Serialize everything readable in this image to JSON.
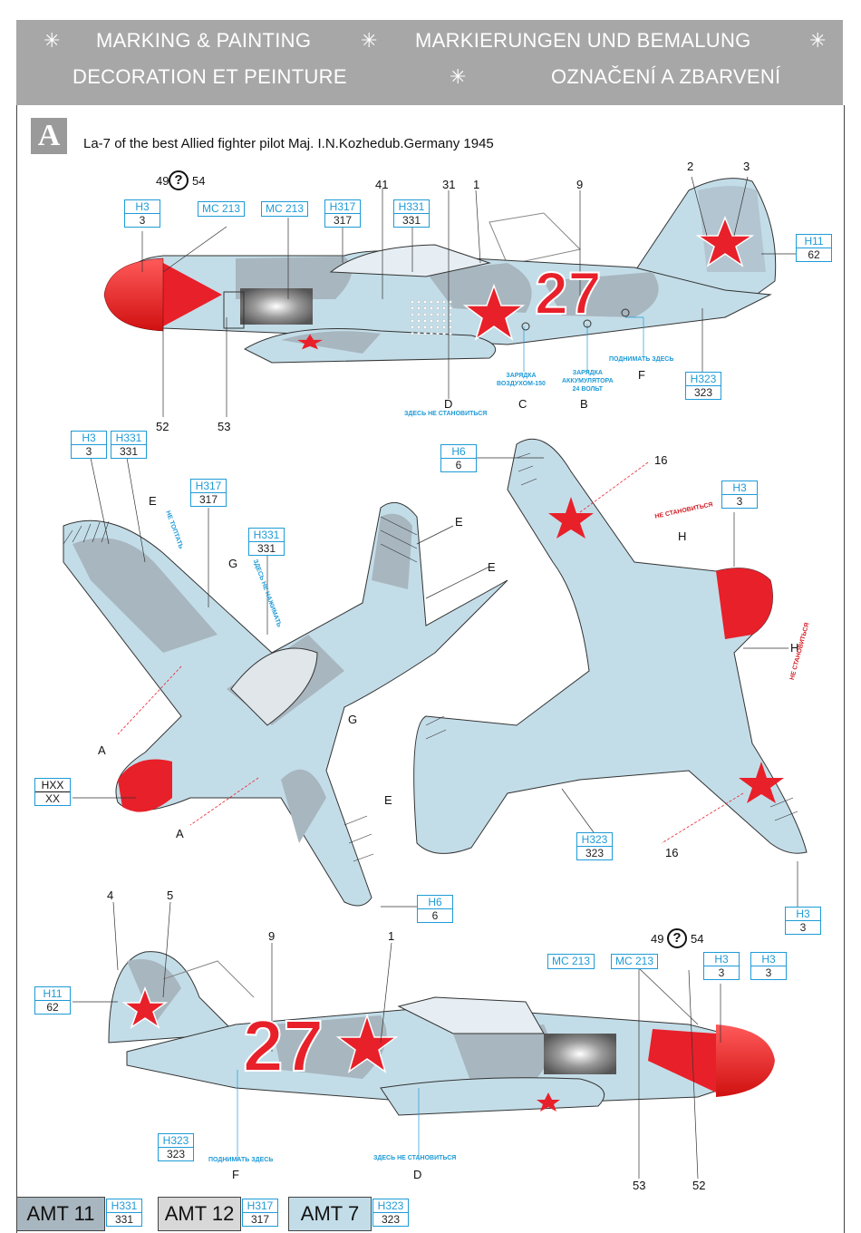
{
  "header": {
    "line1_left": "MARKING & PAINTING",
    "line1_right": "MARKIERUNGEN UND BEMALUNG",
    "line2_left": "DECORATION ET PEINTURE",
    "line2_right": "OZNAČENÍ A ZBARVENÍ",
    "separator": "✳"
  },
  "scheme": {
    "letter": "A",
    "caption": "La-7 of the best Allied fighter pilot Maj. I.N.Kozhedub.Germany 1945"
  },
  "colors": {
    "accent_blue": "#1e9bd7",
    "header_gray": "#a7a7a7",
    "star_red": "#e8202a",
    "light_blue": "#c3dde8",
    "gray_camo": "#a8b6bf"
  },
  "top_profile": {
    "numbers": {
      "n49": "49",
      "n54": "54",
      "q": "?",
      "n41": "41",
      "n31": "31",
      "n1": "1",
      "n9": "9",
      "n2": "2",
      "n3": "3",
      "n52": "52",
      "n53": "53"
    },
    "codes": {
      "h3": {
        "top": "H3",
        "bottom": "3"
      },
      "mc1": "MC 213",
      "mc2": "MC 213",
      "h317": {
        "top": "H317",
        "bottom": "317"
      },
      "h331": {
        "top": "H331",
        "bottom": "331"
      },
      "h11": {
        "top": "H11",
        "bottom": "62"
      },
      "h323": {
        "top": "H323",
        "bottom": "323"
      }
    },
    "letters": {
      "c": "C",
      "b": "B",
      "d": "D",
      "f": "F"
    },
    "stencils": {
      "c1": "ЗАРЯДКА",
      "c2": "ВОЗДУХОМ-150",
      "b1": "ЗАРЯДКА",
      "b2": "АККУМУЛЯТОРА",
      "b3": "24 ВОЛЬТ",
      "f": "ПОДНИМАТЬ ЗДЕСЬ",
      "d": "ЗДЕСЬ НЕ СТАНОВИТЬСЯ"
    },
    "fuselage_number": "27"
  },
  "upper_view": {
    "codes": {
      "h3": {
        "top": "H3",
        "bottom": "3"
      },
      "h331a": {
        "top": "H331",
        "bottom": "331"
      },
      "h317": {
        "top": "H317",
        "bottom": "317"
      },
      "h331b": {
        "top": "H331",
        "bottom": "331"
      },
      "hxx": {
        "top": "HXX",
        "bottom": "XX"
      },
      "h6": {
        "top": "H6",
        "bottom": "6"
      }
    },
    "letters": {
      "e1": "E",
      "e2": "E",
      "e3": "E",
      "e4": "E",
      "g1": "G",
      "g2": "G",
      "a1": "A",
      "a2": "A"
    },
    "stencils": {
      "ne1": "НЕ ТОПТАТЬ",
      "ne2": "ЗДЕСЬ НЕ НАЖИМАТЬ"
    }
  },
  "lower_view": {
    "codes": {
      "h6": {
        "top": "H6",
        "bottom": "6"
      },
      "h3a": {
        "top": "H3",
        "bottom": "3"
      },
      "h323": {
        "top": "H323",
        "bottom": "323"
      },
      "h3b": {
        "top": "H3",
        "bottom": "3"
      }
    },
    "numbers": {
      "n16a": "16",
      "n16b": "16"
    },
    "letters": {
      "h1": "H",
      "h2": "H"
    },
    "stencils": {
      "red1": "НЕ СТАНОВИТЬСЯ",
      "red2": "НЕ СТАНОВИТЬСЯ"
    }
  },
  "bottom_profile": {
    "numbers": {
      "n4": "4",
      "n5": "5",
      "n9": "9",
      "n1": "1",
      "n49": "49",
      "n54": "54",
      "q": "?",
      "n53": "53",
      "n52": "52"
    },
    "codes": {
      "h11": {
        "top": "H11",
        "bottom": "62"
      },
      "mc1": "MC 213",
      "mc2": "MC 213",
      "h3a": {
        "top": "H3",
        "bottom": "3"
      },
      "h3b": {
        "top": "H3",
        "bottom": "3"
      },
      "h323": {
        "top": "H323",
        "bottom": "323"
      }
    },
    "letters": {
      "f": "F",
      "d": "D"
    },
    "stencils": {
      "f": "ПОДНИМАТЬ ЗДЕСЬ",
      "d": "ЗДЕСЬ НЕ СТАНОВИТЬСЯ"
    },
    "fuselage_number": "27"
  },
  "footer": [
    {
      "name": "AMT 11",
      "code_top": "H331",
      "code_bottom": "331",
      "color": "#a8b6bf"
    },
    {
      "name": "AMT 12",
      "code_top": "H317",
      "code_bottom": "317",
      "color": "#d8d8d8"
    },
    {
      "name": "AMT 7",
      "code_top": "H323",
      "code_bottom": "323",
      "color": "#c3dde8"
    }
  ]
}
